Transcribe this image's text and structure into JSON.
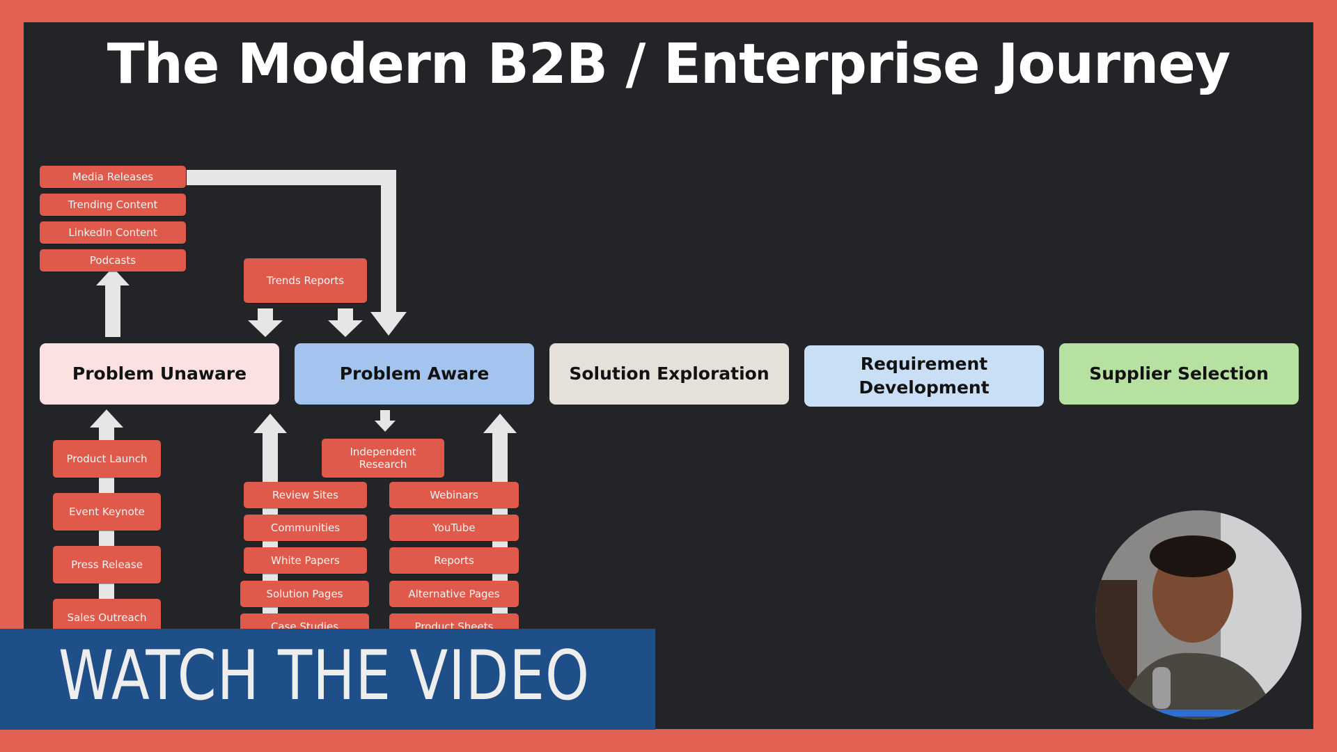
{
  "title": "The Modern B2B / Enterprise Journey",
  "stages": [
    {
      "label": "Problem Unaware",
      "color": "#fbe2e0"
    },
    {
      "label": "Problem Aware",
      "color": "#a3c4ef"
    },
    {
      "label": "Solution Exploration",
      "color": "#e6e1d8"
    },
    {
      "label": "Requirement\nDevelopment",
      "color": "#c9dff5"
    },
    {
      "label": "Supplier Selection",
      "color": "#b7e1a1"
    }
  ],
  "awareness_sources": [
    "Media Releases",
    "Trending Content",
    "LinkedIn Content",
    "Podcasts"
  ],
  "trends_reports": "Trends Reports",
  "unaware_triggers": [
    "Product Launch",
    "Event Keynote",
    "Press Release",
    "Sales Outreach"
  ],
  "independent_research": "Independent Research",
  "research_left": [
    "Review Sites",
    "Communities",
    "White Papers",
    "Solution Pages",
    "Case Studies"
  ],
  "research_right": [
    "Webinars",
    "YouTube",
    "Reports",
    "Alternative Pages",
    "Product Sheets"
  ],
  "banner": {
    "text": "WATCH THE VIDEO"
  },
  "colors": {
    "accent": "#e05a4c",
    "panel": "#222428",
    "frame": "#e06152",
    "banner": "#1f4f89"
  }
}
